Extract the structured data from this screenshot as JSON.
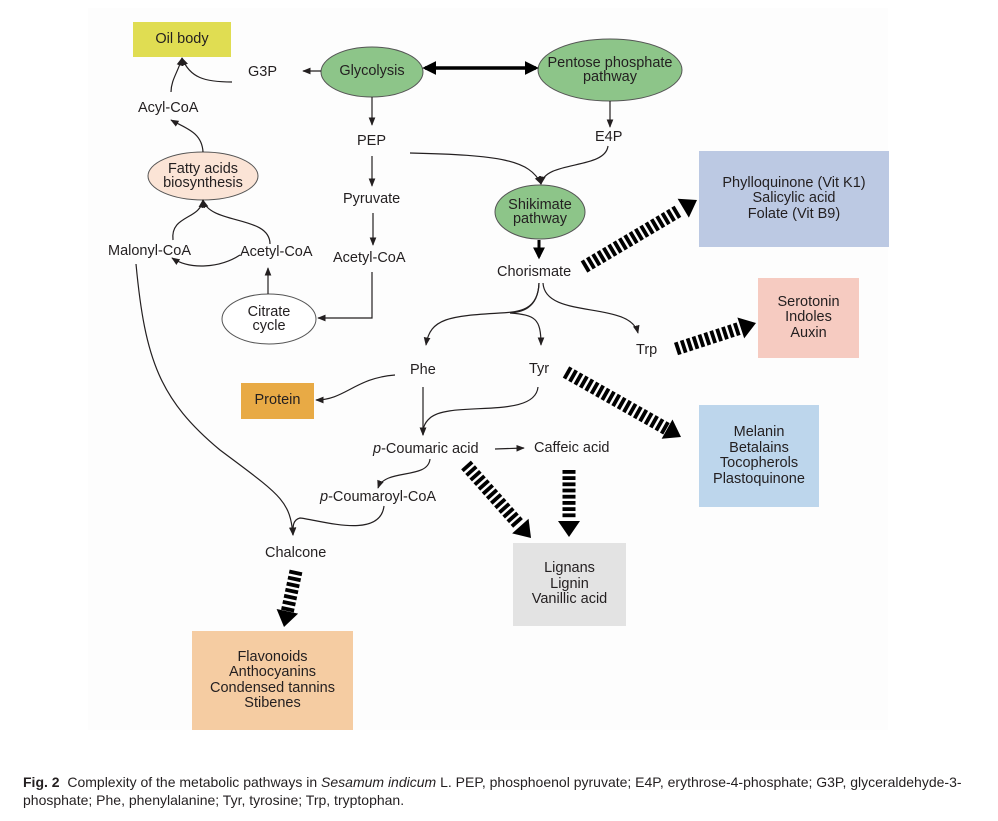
{
  "colors": {
    "oil_body": "#e0dd52",
    "glycolysis_fill": "#8dc589",
    "fatty_acids_fill": "#fbe4d6",
    "phylloquinone_box": "#bcc9e3",
    "serotonin_box": "#f6cbc1",
    "melanin_box": "#bdd6ec",
    "protein_box": "#e8aa45",
    "lignans_box": "#e3e3e3",
    "flavonoids_box": "#f5cca2"
  },
  "nodes": {
    "oil_body": "Oil body",
    "g3p": "G3P",
    "glycolysis": "Glycolysis",
    "pentose": [
      "Pentose phosphate",
      "pathway"
    ],
    "acyl_coa": "Acyl-CoA",
    "pep": "PEP",
    "e4p": "E4P",
    "fatty_acids": [
      "Fatty acids",
      "biosynthesis"
    ],
    "pyruvate": "Pyruvate",
    "shikimate": [
      "Shikimate",
      "pathway"
    ],
    "malonyl_coa": "Malonyl-CoA",
    "acetyl_coa_left": "Acetyl-CoA",
    "acetyl_coa_right": "Acetyl-CoA",
    "chorismate": "Chorismate",
    "citrate": [
      "Citrate",
      "cycle"
    ],
    "trp": "Trp",
    "phe": "Phe",
    "tyr": "Tyr",
    "protein": "Protein",
    "p_coumaric_prefix": "p",
    "p_coumaric_rest": "-Coumaric acid",
    "caffeic": "Caffeic acid",
    "p_coumaroyl_prefix": "p",
    "p_coumaroyl_rest": "-Coumaroyl-CoA",
    "chalcone": "Chalcone"
  },
  "boxes": {
    "phylloquinone": [
      "Phylloquinone (Vit K1)",
      "Salicylic acid",
      "Folate (Vit B9)"
    ],
    "serotonin": [
      "Serotonin",
      "Indoles",
      "Auxin"
    ],
    "melanin": [
      "Melanin",
      "Betalains",
      "Tocopherols",
      "Plastoquinone"
    ],
    "lignans": [
      "Lignans",
      "Lignin",
      "Vanillic acid"
    ],
    "flavonoids": [
      "Flavonoids",
      "Anthocyanins",
      "Condensed tannins",
      "Stibenes"
    ]
  },
  "caption": {
    "fig_label": "Fig. 2",
    "text_before_species": "Complexity of the metabolic pathways in ",
    "species": "Sesamum indicum",
    "text_after_species": " L.  PEP, phosphoenol pyruvate; E4P, erythrose-4-phosphate; G3P, glyceraldehyde-3-phosphate; Phe, phenylalanine; Tyr, tyrosine; Trp, tryptophan."
  }
}
